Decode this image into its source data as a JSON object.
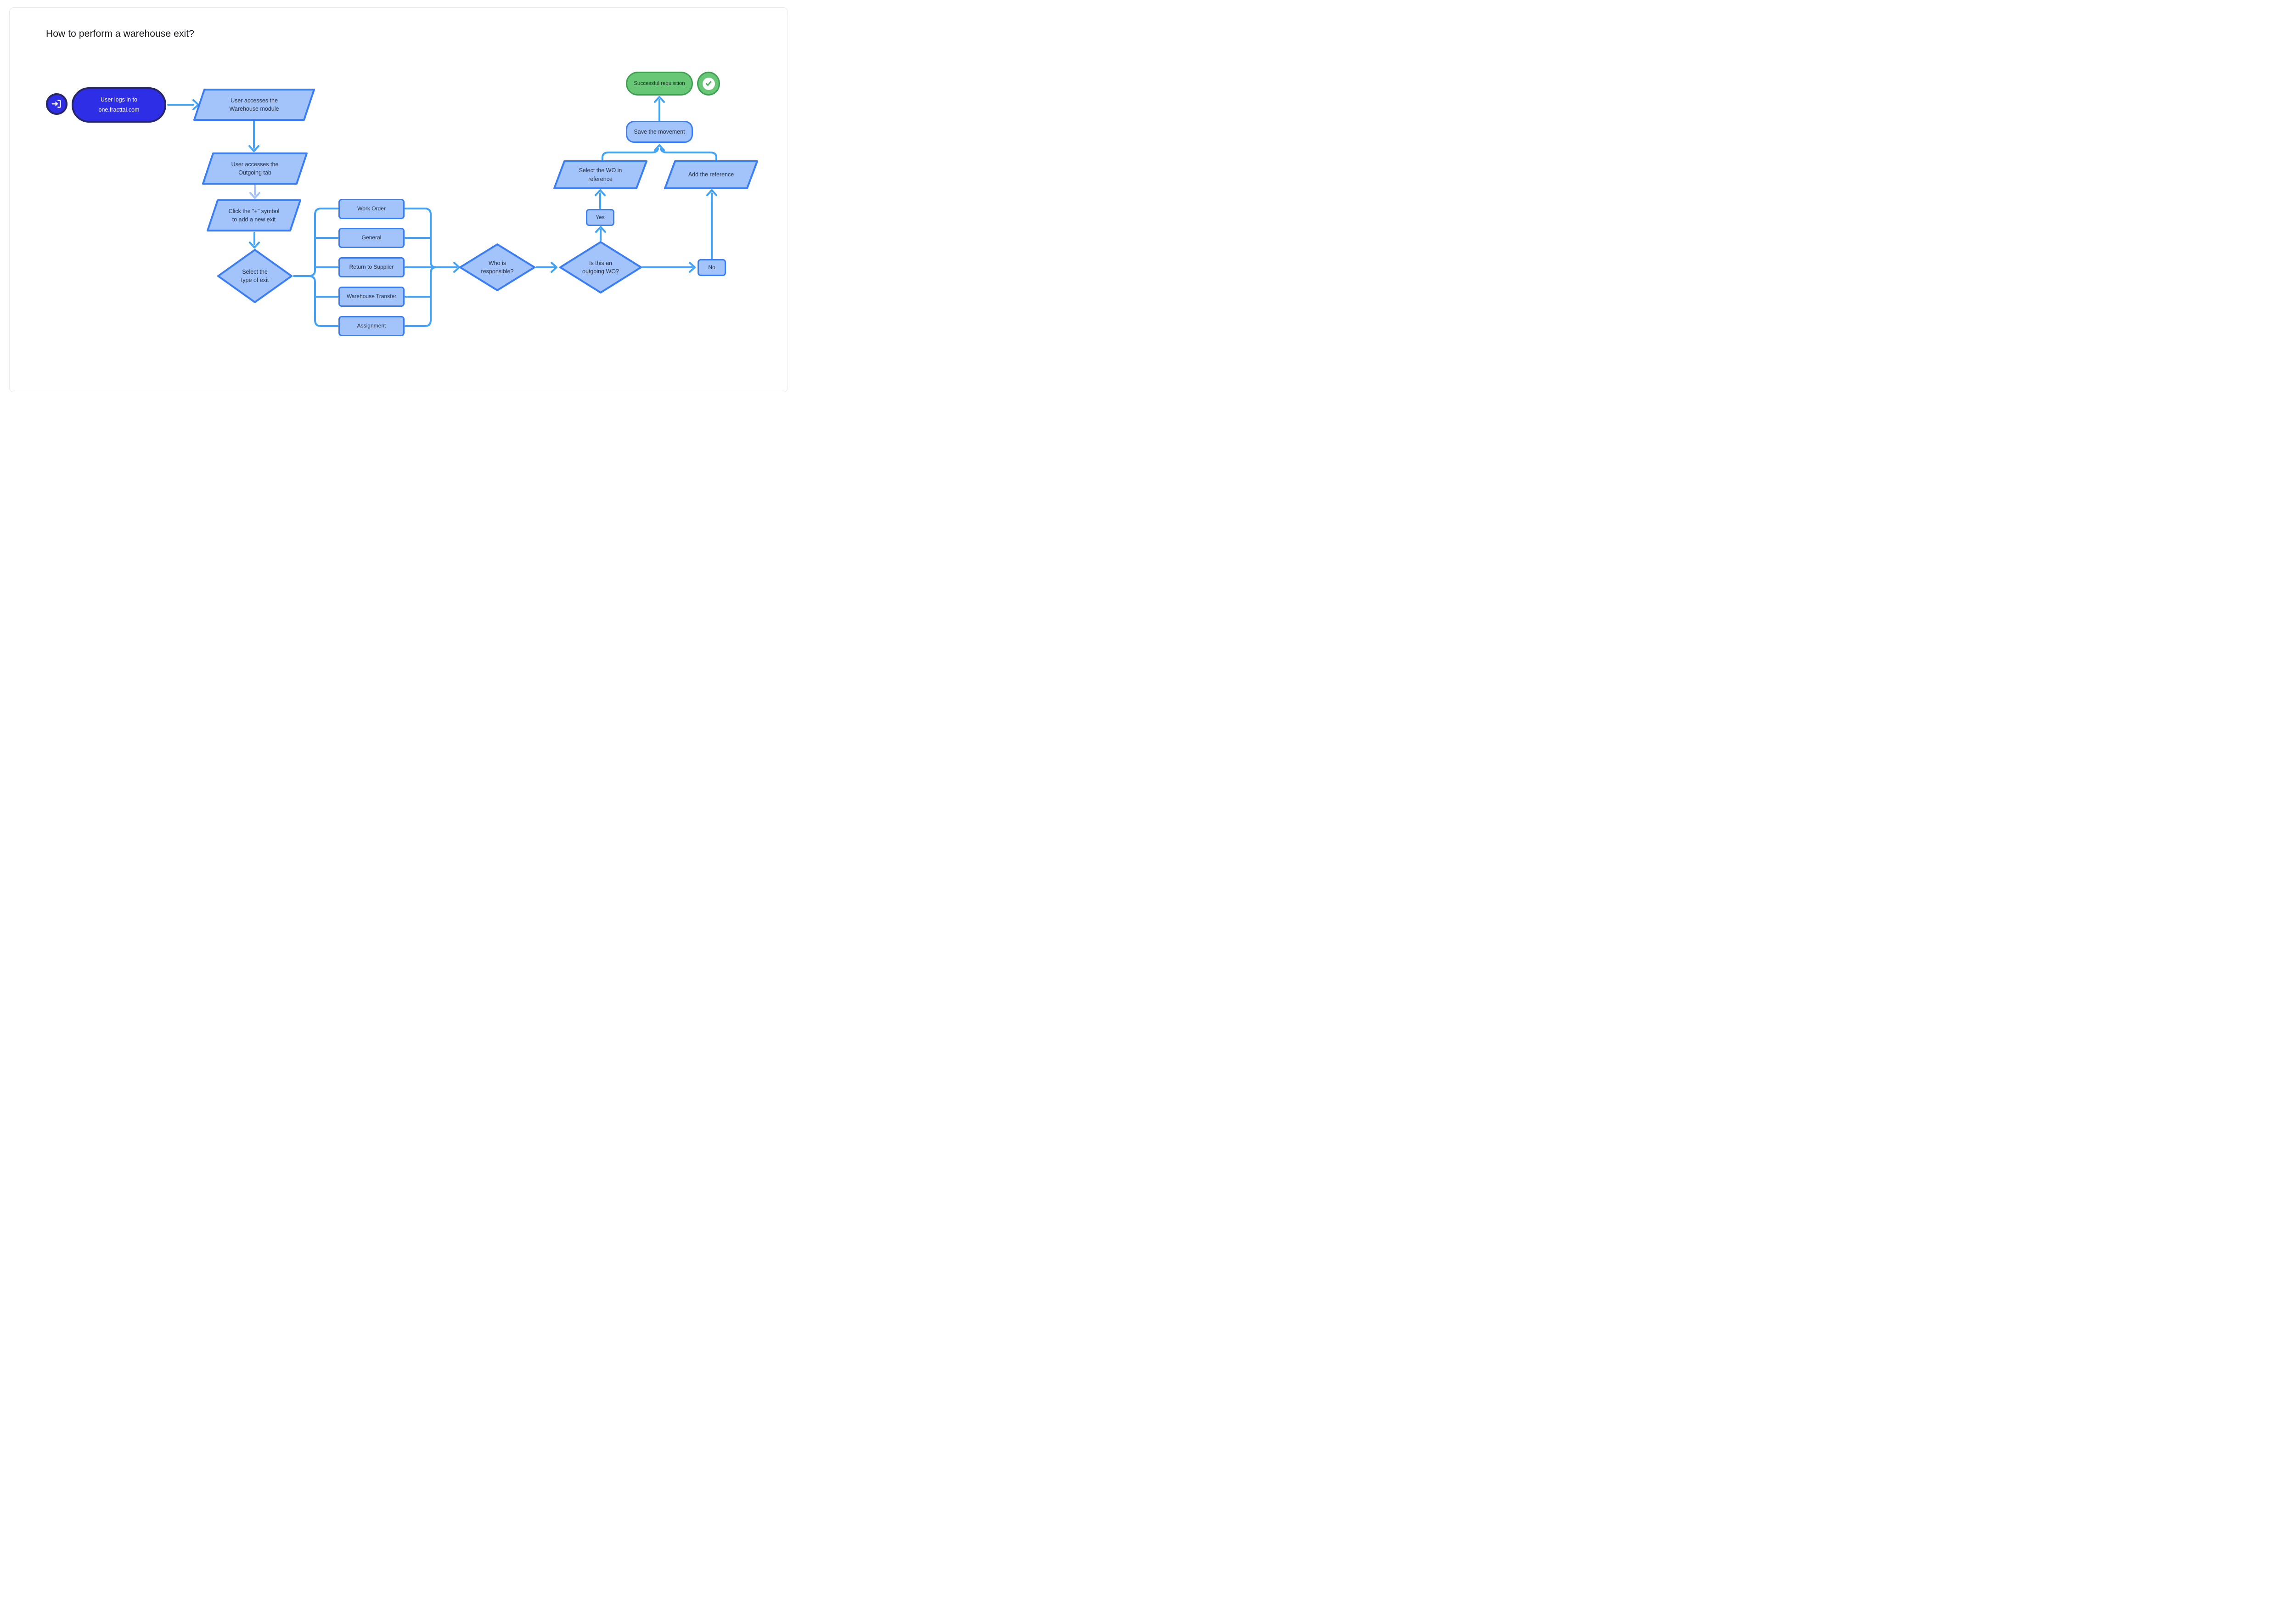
{
  "title": "How to perform a warehouse exit?",
  "colors": {
    "shape_fill": "#a3c4fa",
    "shape_border": "#3b7df2",
    "connector_bright": "#42a3f6",
    "connector_pale": "#a6c4f7",
    "start_fill": "#2e2ee6",
    "start_border": "#262668",
    "success_fill": "#68c677",
    "success_border": "#3ea150",
    "text_dark": "#27313f"
  },
  "nodes": {
    "start": {
      "line1": "User logs in to",
      "line2": "one.fracttal.com"
    },
    "access_module": {
      "line1": "User accesses the",
      "line2": "Warehouse module"
    },
    "access_tab": {
      "line1": "User accesses the",
      "line2": "Outgoing tab"
    },
    "click_plus": {
      "line1": "Click the \"+\" symbol",
      "line2": "to add a new exit"
    },
    "select_type": {
      "line1": "Select the",
      "line2": "type of exit"
    },
    "who_responsible": {
      "line1": "Who is",
      "line2": "responsible?"
    },
    "outgoing_wo": {
      "line1": "Is this an",
      "line2": "outgoing WO?"
    },
    "yes": {
      "label": "Yes"
    },
    "no": {
      "label": "No"
    },
    "select_wo": {
      "line1": "Select the WO in",
      "line2": "reference"
    },
    "add_reference": {
      "label": "Add the reference"
    },
    "save": {
      "label": "Save the movement"
    },
    "success": {
      "label": "Successful requisition"
    }
  },
  "exit_types": [
    "Work Order",
    "General",
    "Return to Supplier",
    "Warehouse Transfer",
    "Assignment"
  ],
  "icons": {
    "login": "login-icon",
    "check": "check-icon"
  }
}
